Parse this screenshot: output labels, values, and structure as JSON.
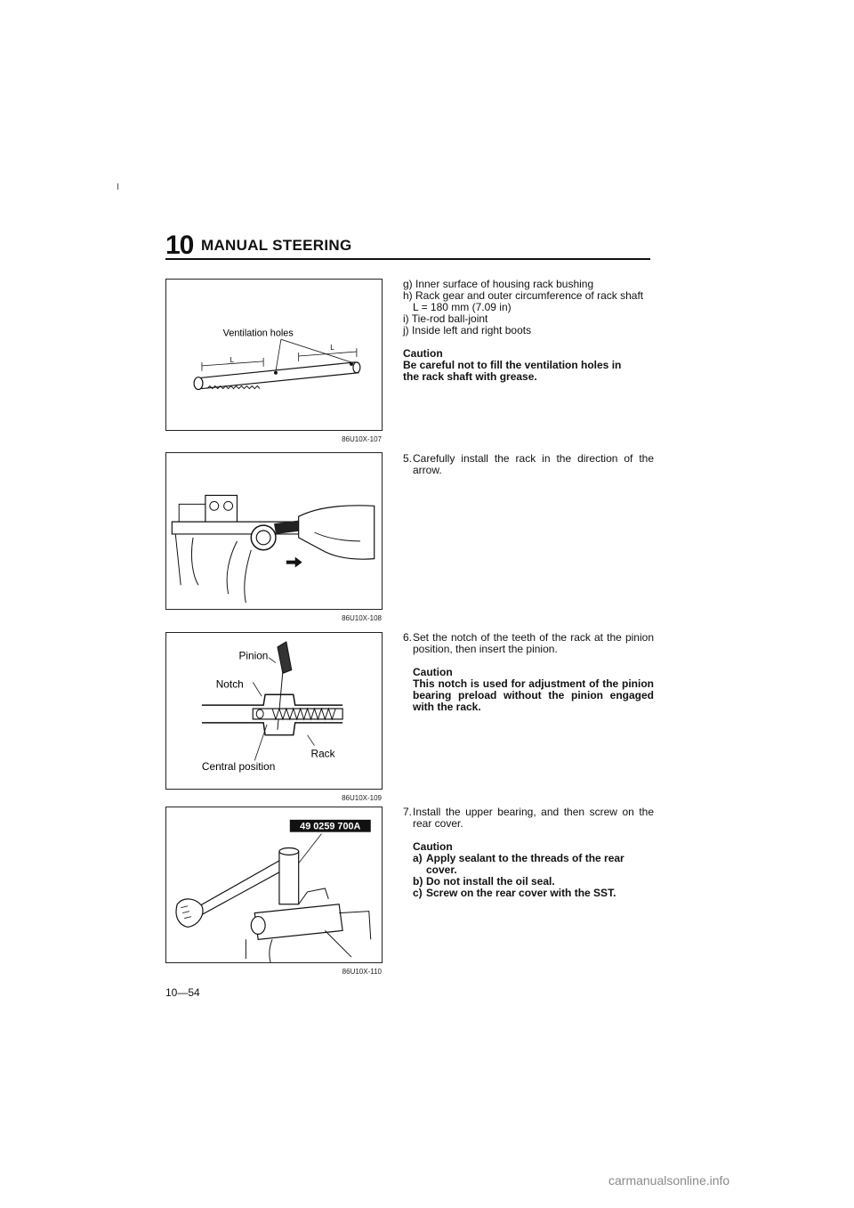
{
  "header": {
    "chapter_number": "10",
    "title": "MANUAL STEERING"
  },
  "figures": [
    {
      "code": "86U10X-107",
      "labels": {
        "ventilation": "Ventilation holes",
        "l_left": "L",
        "l_right": "L"
      }
    },
    {
      "code": "86U10X-108"
    },
    {
      "code": "86U10X-109",
      "labels": {
        "pinion": "Pinion",
        "notch": "Notch",
        "rack": "Rack",
        "central": "Central position"
      }
    },
    {
      "code": "86U10X-110",
      "labels": {
        "sst": "49 0259 700A"
      }
    }
  ],
  "text": {
    "block1": {
      "g": "g) Inner surface of housing rack bushing",
      "h": "h) Rack gear and outer circumference of rack shaft",
      "h_spec": "L = 180 mm (7.09 in)",
      "i": "i)  Tie-rod ball-joint",
      "j": "j)  Inside left and right boots",
      "caution_title": "Caution",
      "caution_1": "Be careful not to fill the ventilation holes in",
      "caution_2": "the rack shaft with grease."
    },
    "step5": {
      "num": "5.",
      "text": "Carefully install the rack in the direction of the arrow."
    },
    "step6": {
      "num": "6.",
      "text": "Set the notch of the teeth of the rack at the pinion position, then insert the pinion.",
      "caution_title": "Caution",
      "caution_text": "This notch is used for adjustment of the pinion bearing preload without the pinion engaged with the rack."
    },
    "step7": {
      "num": "7.",
      "text": "Install the upper bearing, and then screw on the rear cover.",
      "caution_title": "Caution",
      "items": [
        {
          "n": "a)",
          "t": "Apply sealant to the threads of the rear cover."
        },
        {
          "n": "b)",
          "t": "Do not install the oil seal."
        },
        {
          "n": "c)",
          "t": "Screw on the rear cover with the SST."
        }
      ]
    }
  },
  "page_number": "10—54",
  "footer": "carmanualsonline.info"
}
